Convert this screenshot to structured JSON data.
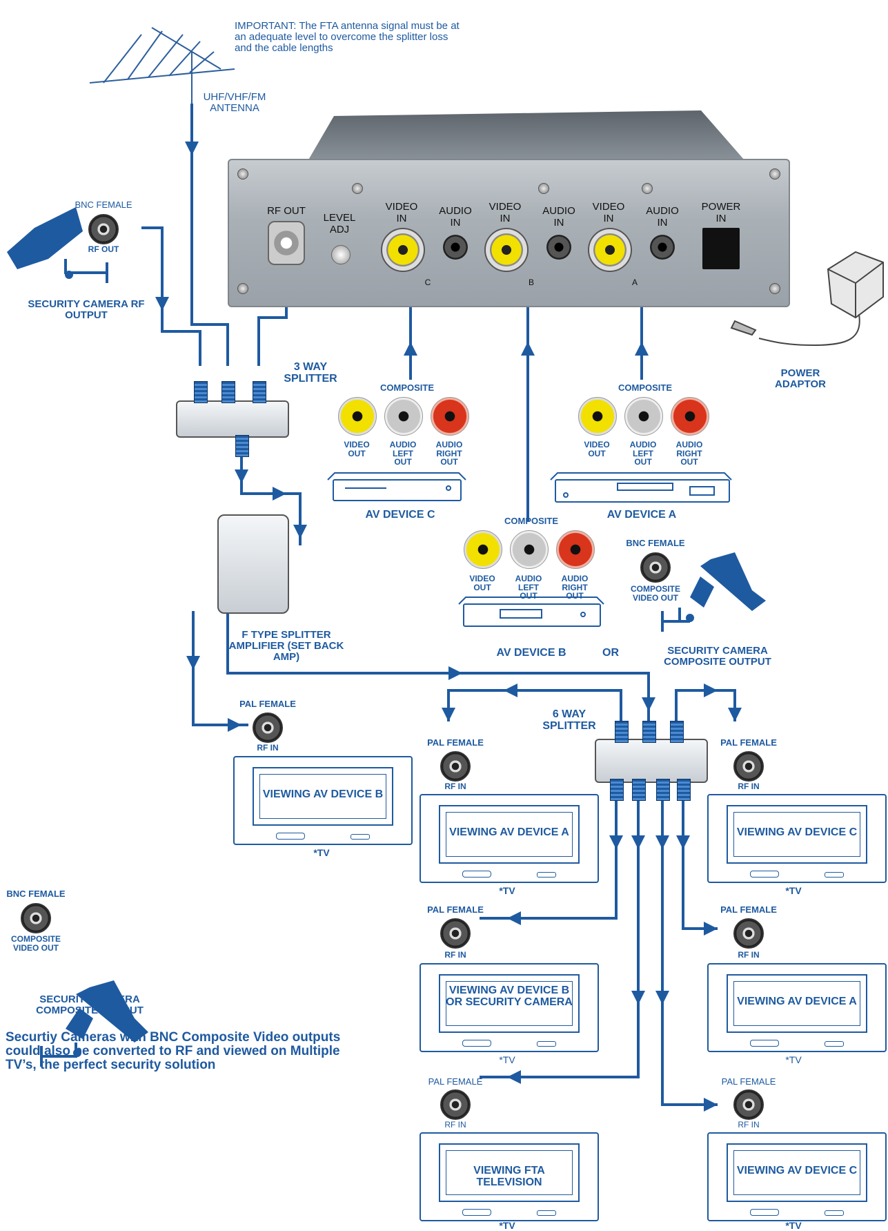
{
  "notes": {
    "antenna_warning": "IMPORTANT: The FTA antenna signal must be at an adequate level to overcome the splitter loss and the cable lengths",
    "security_note": "Securtiy Cameras with BNC Composite Video outputs could also be converted to RF and viewed on Multiple TV’s, the perfect security solution"
  },
  "antenna": {
    "label": "UHF/VHF/FM ANTENNA"
  },
  "modulator": {
    "rf_out": "RF OUT",
    "level_adj": "LEVEL ADJ",
    "video_in": "VIDEO IN",
    "audio_in": "AUDIO IN",
    "power_in": "POWER IN",
    "group_c": "C",
    "group_b": "B",
    "group_a": "A"
  },
  "power_adaptor": {
    "label": "POWER ADAPTOR"
  },
  "camera_rf": {
    "connector": "BNC FEMALE",
    "port": "RF OUT",
    "label": "SECURITY CAMERA RF OUTPUT"
  },
  "camera_comp_right": {
    "connector": "BNC FEMALE",
    "port": "COMPOSITE VIDEO OUT",
    "label": "SECURITY CAMERA COMPOSITE OUTPUT"
  },
  "camera_comp_left": {
    "connector": "BNC FEMALE",
    "port": "COMPOSITE VIDEO OUT",
    "label": "SECURITY CAMERA COMPOSITE OUTPUT"
  },
  "splitter3": {
    "label": "3 WAY SPLITTER"
  },
  "splitter6": {
    "label": "6 WAY SPLITTER"
  },
  "amplifier": {
    "label": "F TYPE SPLITTER AMPLIFIER (SET BACK AMP)"
  },
  "composite": {
    "label": "COMPOSITE",
    "video_out": "VIDEO OUT",
    "audio_left_out": "AUDIO LEFT OUT",
    "audio_right_out": "AUDIO RIGHT OUT"
  },
  "av_devices": {
    "c": "AV DEVICE C",
    "a": "AV DEVICE A",
    "b": "AV DEVICE B",
    "or": "OR"
  },
  "tv_inputs": {
    "pal_female": "PAL FEMALE",
    "rf_in": "RF IN"
  },
  "tvs": {
    "tv_b": {
      "title": "VIEWING AV DEVICE B",
      "caption": "*TV"
    },
    "tv_a1": {
      "title": "VIEWING AV DEVICE A",
      "caption": "*TV"
    },
    "tv_c1": {
      "title": "VIEWING AV DEVICE C",
      "caption": "*TV"
    },
    "tv_bs": {
      "title": "VIEWING AV DEVICE B OR SECURITY CAMERA",
      "caption": "*TV"
    },
    "tv_a2": {
      "title": "VIEWING AV DEVICE A",
      "caption": "*TV"
    },
    "tv_fta": {
      "title": "VIEWING FTA TELEVISION",
      "caption": "*TV"
    },
    "tv_c2": {
      "title": "VIEWING AV DEVICE C",
      "caption": "*TV"
    }
  },
  "colors": {
    "wire": "#1e5aa0",
    "yellow": "#f2e000",
    "grey": "#c8c8c8",
    "red": "#d9341c",
    "camera": "#1e5aa0"
  }
}
